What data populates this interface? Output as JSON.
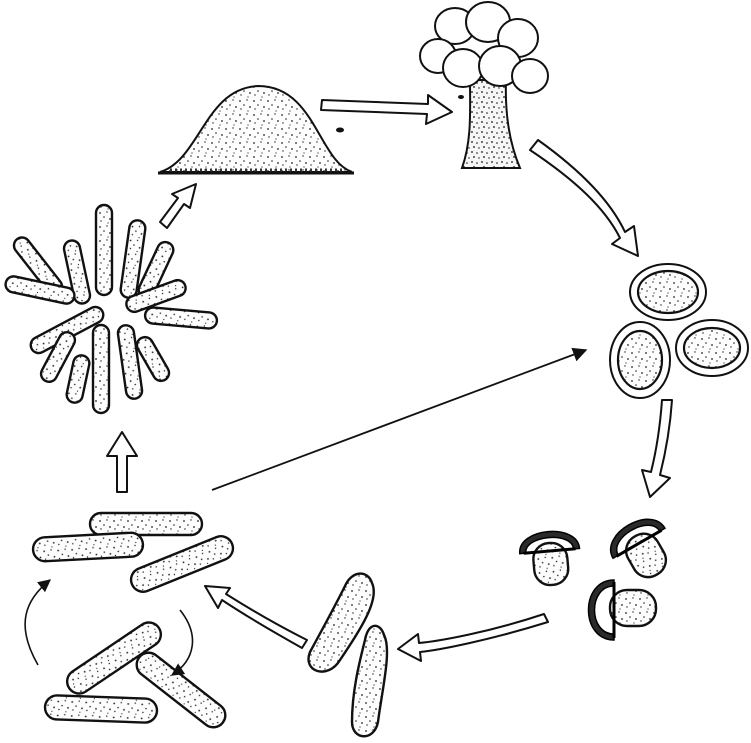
{
  "diagram": {
    "colors": {
      "ink": "#111111",
      "background": "#ffffff"
    },
    "stages": [
      "vegetative-cells-swarming",
      "aggregating-cells",
      "mound",
      "fruiting-body",
      "myxospores",
      "germinating-spores",
      "emerging-rods"
    ]
  }
}
